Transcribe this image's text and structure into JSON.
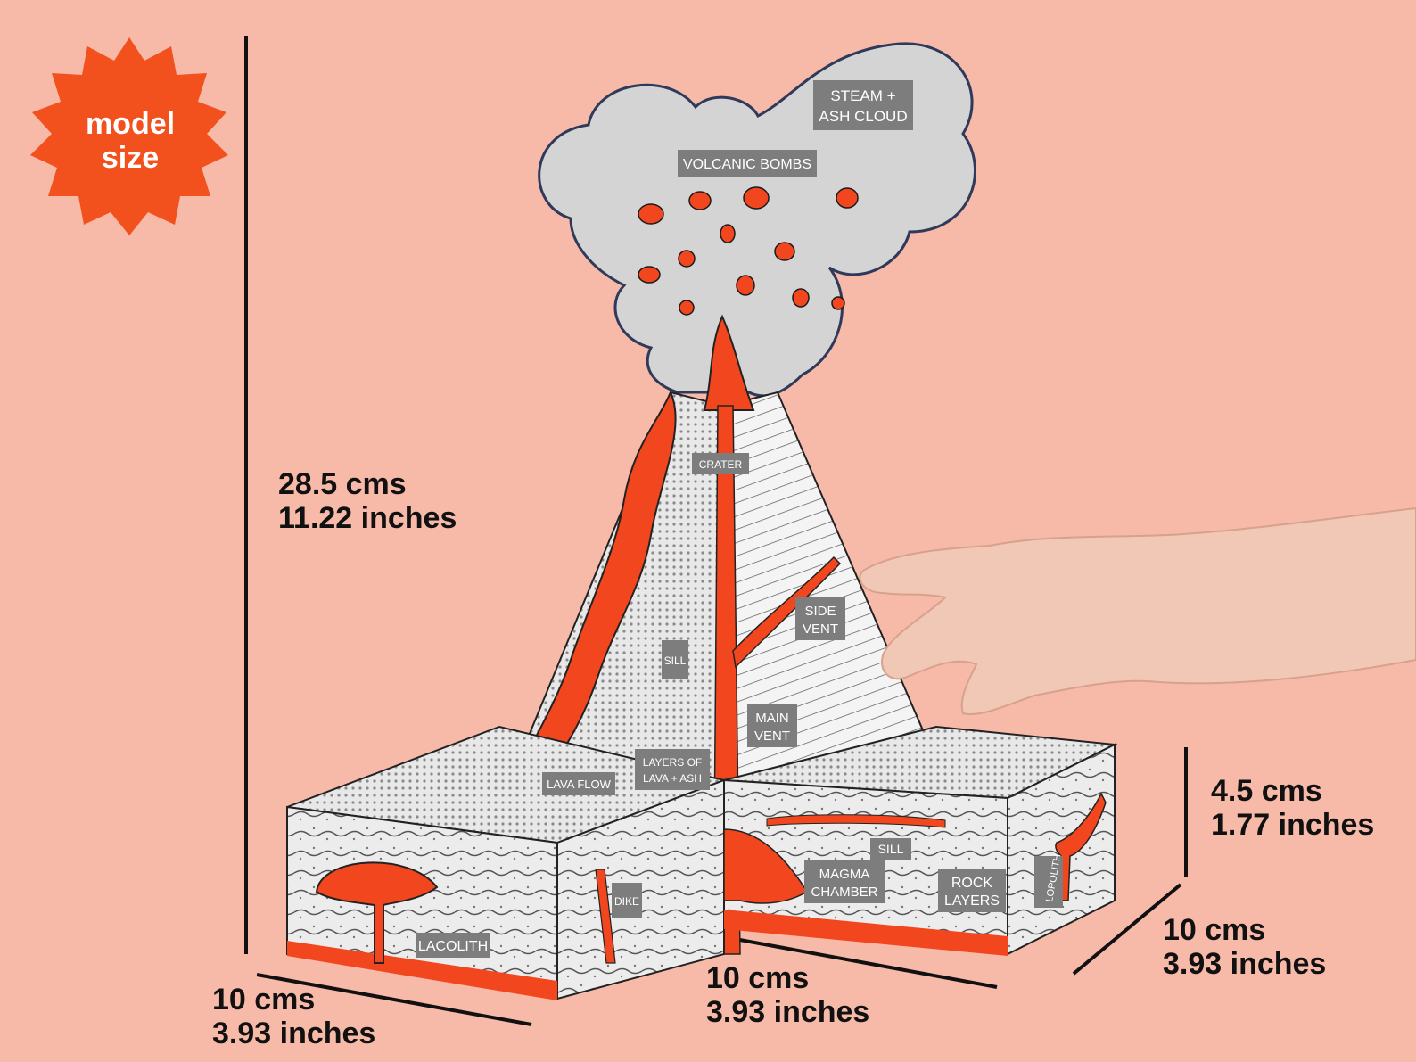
{
  "badge": {
    "line1": "model",
    "line2": "size",
    "color": "#f2501c"
  },
  "colors": {
    "background": "#f7b9a8",
    "lava": "#f2471e",
    "rock": "#d9d9d9",
    "label_bg": "#7d7d7d"
  },
  "dimensions": {
    "height": {
      "cm": "28.5 cms",
      "in": "11.22 inches"
    },
    "base_left": {
      "cm": "10 cms",
      "in": "3.93 inches"
    },
    "base_front": {
      "cm": "10 cms",
      "in": "3.93 inches"
    },
    "base_right": {
      "cm": "10 cms",
      "in": "3.93 inches"
    },
    "base_height": {
      "cm": "4.5 cms",
      "in": "1.77 inches"
    }
  },
  "model_labels": {
    "steam_ash_line1": "STEAM +",
    "steam_ash_line2": "ASH CLOUD",
    "volcanic_bombs": "VOLCANIC BOMBS",
    "crater": "CRATER",
    "side_vent_line1": "SIDE",
    "side_vent_line2": "VENT",
    "sill_upper": "SILL",
    "main_vent_line1": "MAIN",
    "main_vent_line2": "VENT",
    "lava_flow": "LAVA FLOW",
    "layers_line1": "LAYERS OF",
    "layers_line2": "LAVA + ASH",
    "sill_lower": "SILL",
    "magma_line1": "MAGMA",
    "magma_line2": "CHAMBER",
    "rock_line1": "ROCK",
    "rock_line2": "LAYERS",
    "lopolith": "LOPOLITH",
    "dike": "DIKE",
    "lacolith": "LACOLITH"
  }
}
